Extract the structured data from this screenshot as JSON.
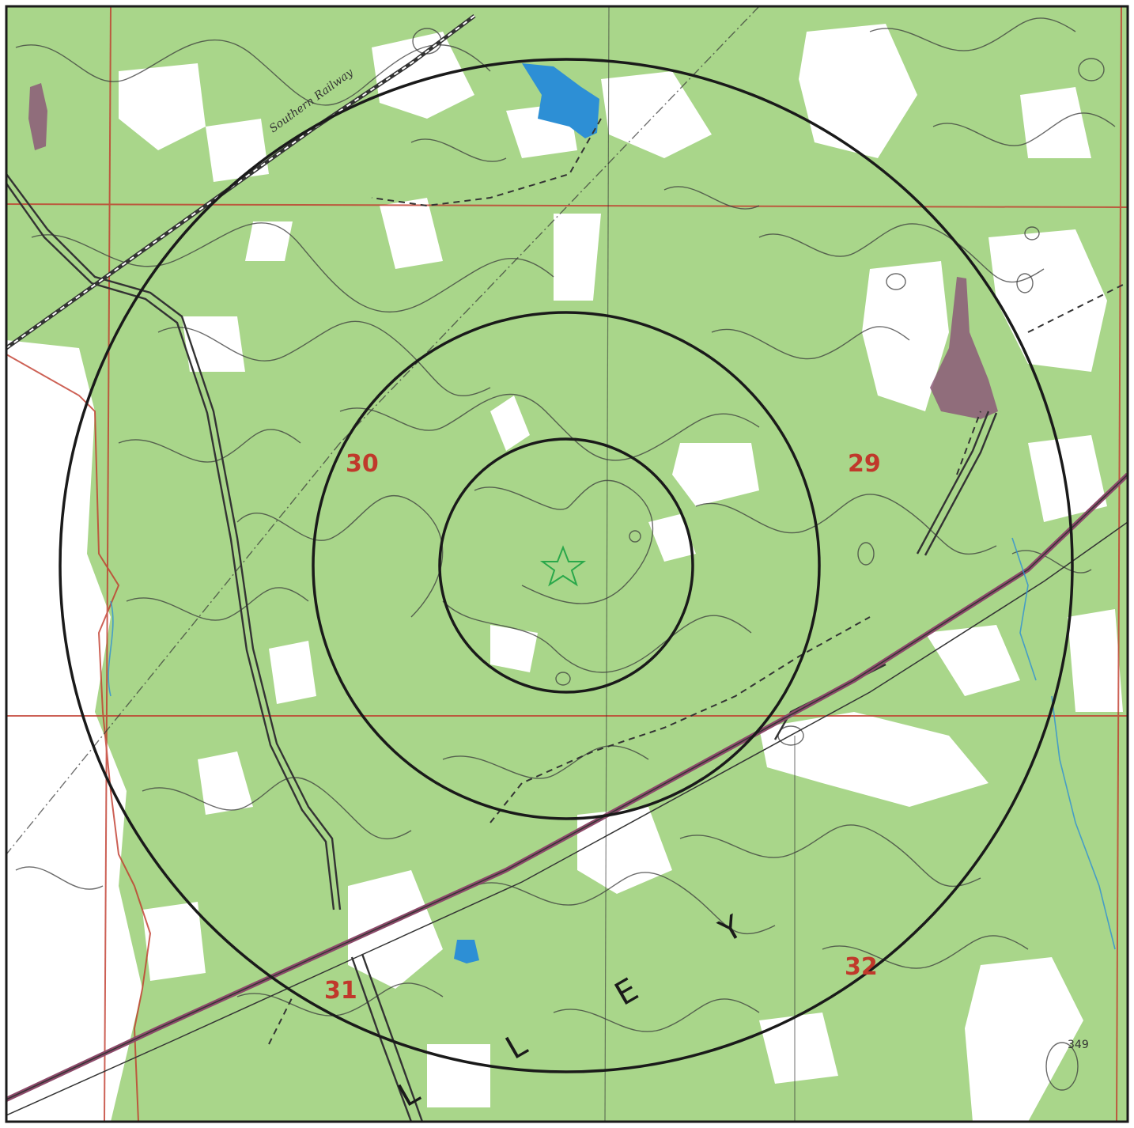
{
  "map": {
    "colors": {
      "woodland": "#a9d68a",
      "clearing": "#ffffff",
      "water": "#2d8fd5",
      "marsh": "#8c5a78",
      "section_line": "#c0392b",
      "contour": "#3a3a3a",
      "road": "#333333",
      "rings": "#1a1a1a",
      "center_star": "#2aa84a"
    },
    "section_numbers": [
      "30",
      "29",
      "31",
      "32"
    ],
    "spot_elevations": [
      "349"
    ],
    "railroad_label": "Southern Railway",
    "place_letters": [
      "L",
      "L",
      "E",
      "Y"
    ],
    "center_marker": "star-icon",
    "buffer_ring_count": 3
  }
}
